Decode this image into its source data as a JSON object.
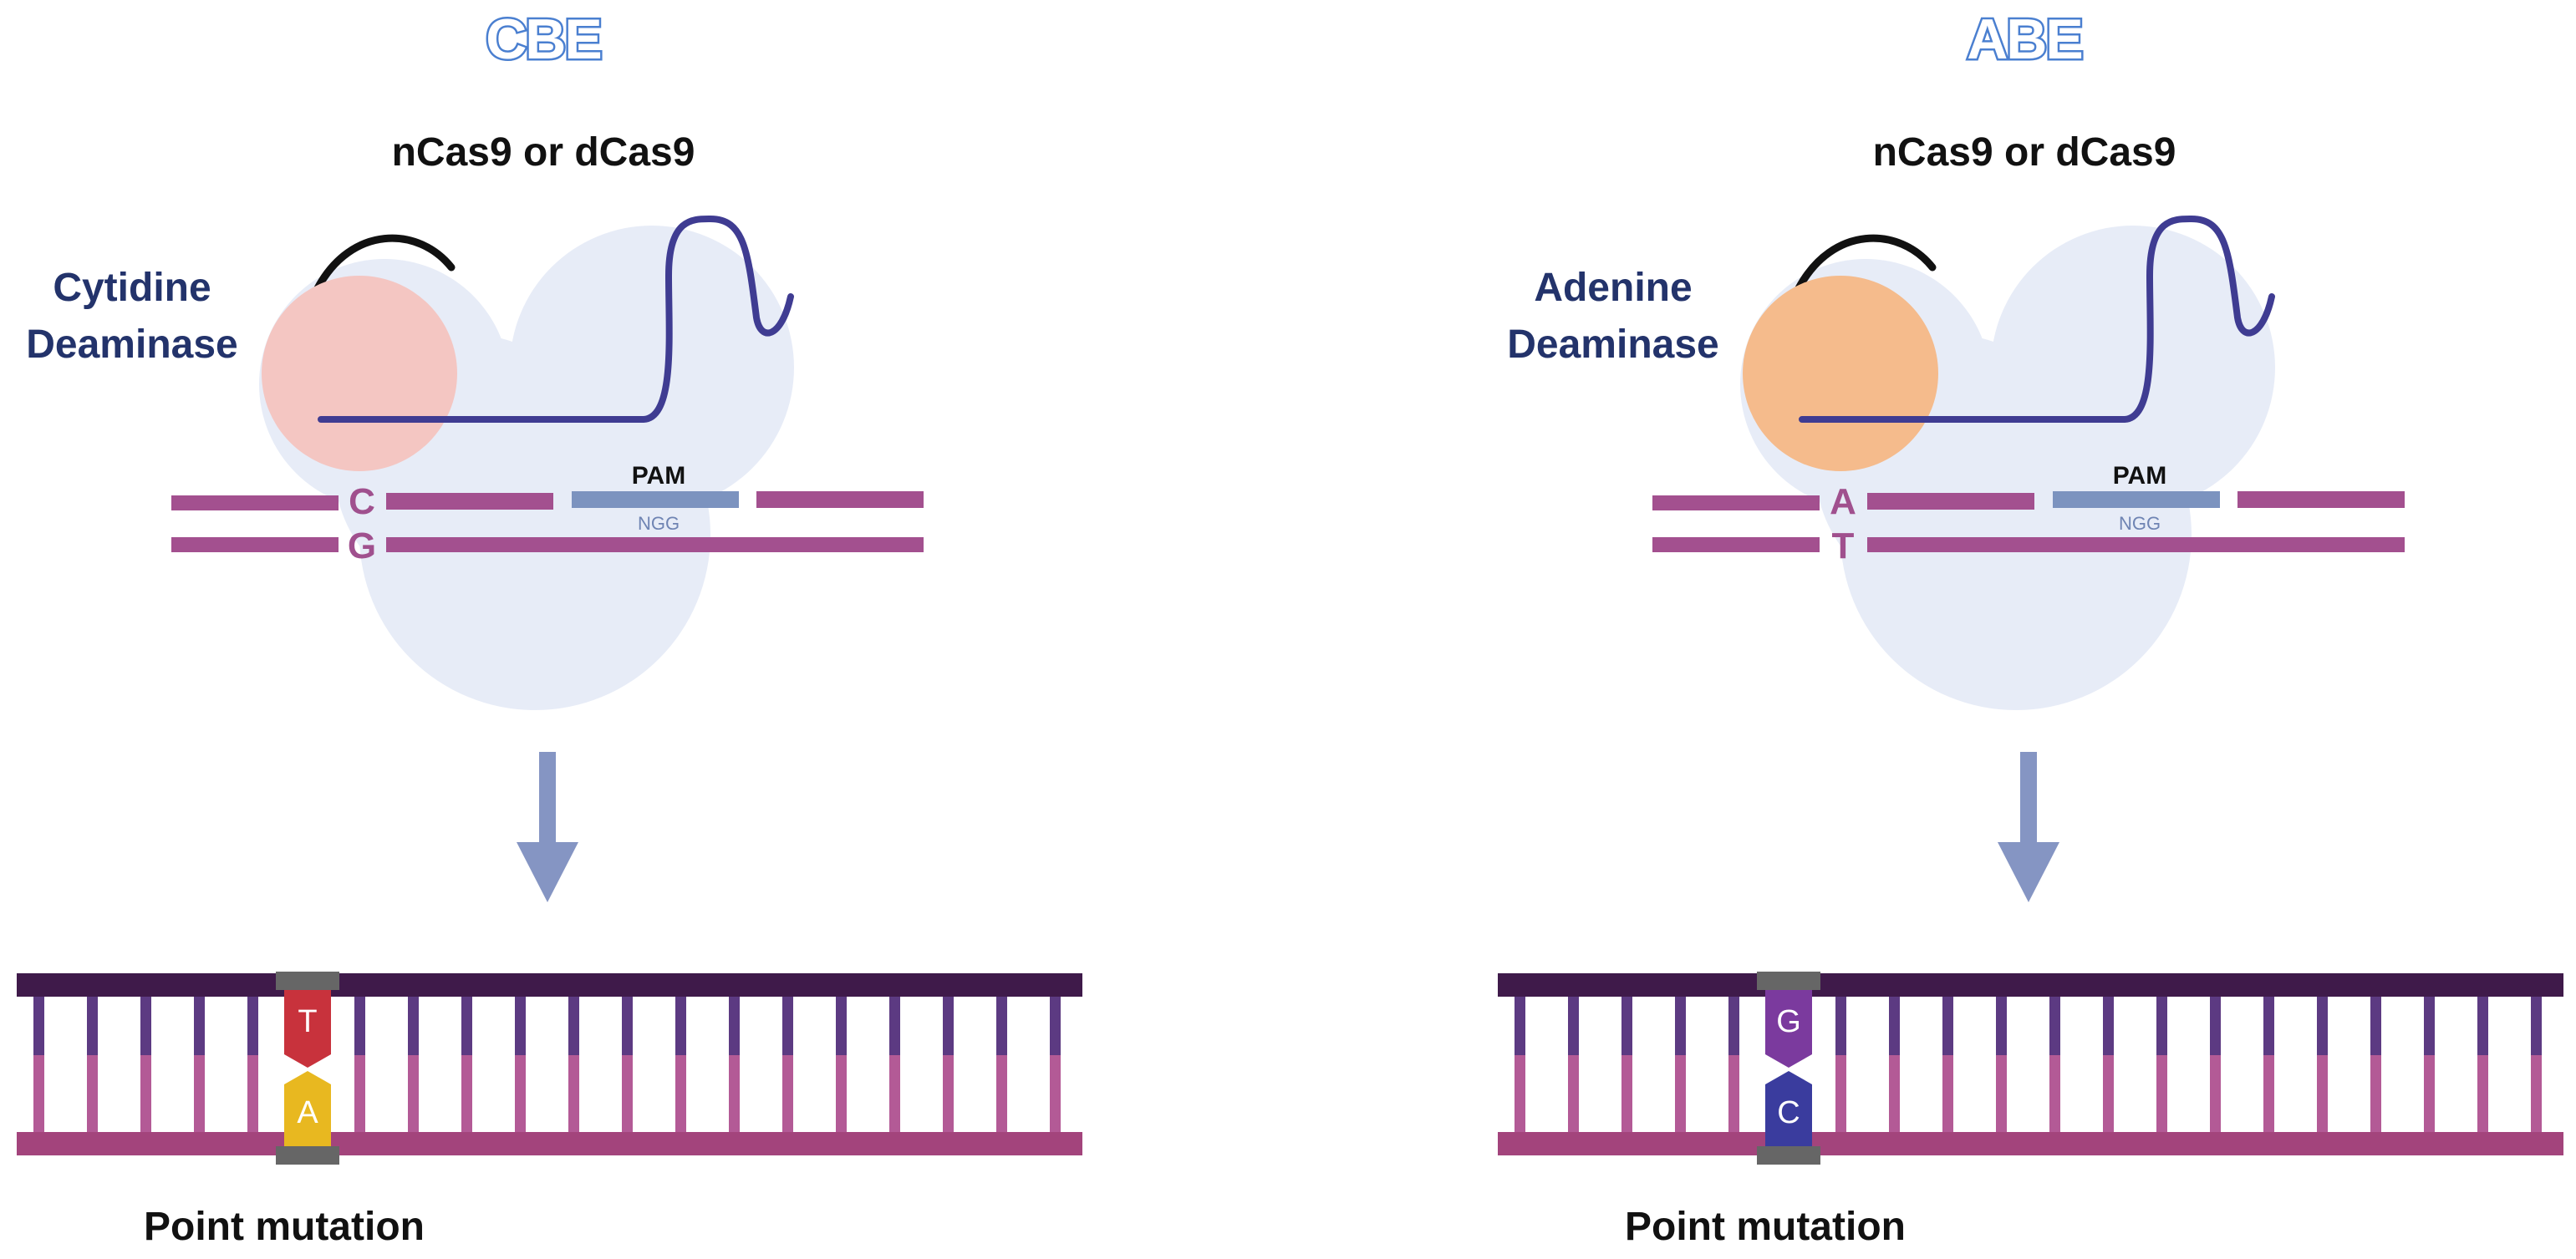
{
  "panels": [
    {
      "id": "cbe",
      "title": "CBE",
      "cas_label": "nCas9 or dCas9",
      "deaminase_line1": "Cytidine",
      "deaminase_line2": "Deaminase",
      "deaminase_color": "#f4c6c2",
      "top_base": "C",
      "bottom_base": "G",
      "pam_label": "PAM",
      "pam_seq": "NGG",
      "result_top": "T",
      "result_bottom": "A",
      "result_top_color": "#c8323c",
      "result_bottom_color": "#e8b820",
      "result_label": "Point mutation"
    },
    {
      "id": "abe",
      "title": "ABE",
      "cas_label": "nCas9 or dCas9",
      "deaminase_line1": "Adenine",
      "deaminase_line2": "Deaminase",
      "deaminase_color": "#f5bb8c",
      "top_base": "A",
      "bottom_base": "T",
      "pam_label": "PAM",
      "pam_seq": "NGG",
      "result_top": "G",
      "result_bottom": "C",
      "result_top_color": "#7b3a9e",
      "result_bottom_color": "#3a3c9e",
      "result_label": "Point mutation"
    }
  ],
  "colors": {
    "cas9_blob": "#e7ecf7",
    "dna_strand": "#a3508f",
    "pam": "#7c93bf",
    "guide_rna": "#3f3c92",
    "linker": "#111111",
    "arrow": "#8595c3",
    "ladder_top": "#3f1a4a",
    "ladder_bottom": "#a3447c",
    "rung_top": "#5c3a82",
    "rung_bottom": "#b35a96",
    "cap": "#666666"
  }
}
